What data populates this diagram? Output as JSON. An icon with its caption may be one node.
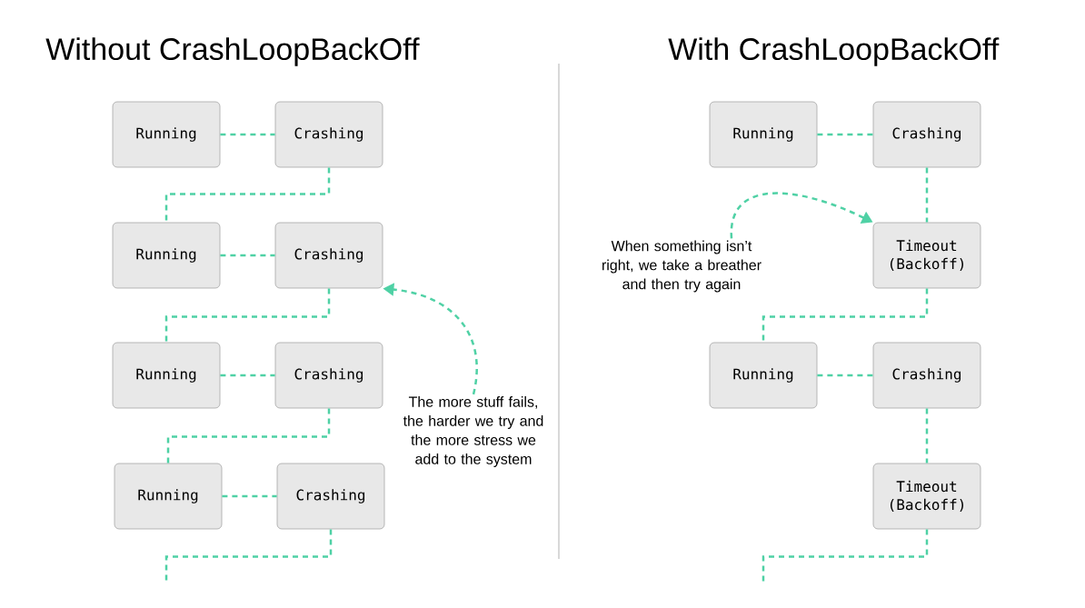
{
  "diagram": {
    "nodes": [
      {
        "text": [
          "Running"
        ]
      },
      {
        "text": [
          "Crashing"
        ]
      },
      {
        "text": [
          "Running"
        ]
      },
      {
        "text": [
          "Crashing"
        ]
      },
      {
        "text": [
          "Running"
        ]
      },
      {
        "text": [
          "Crashing"
        ]
      },
      {
        "text": [
          "Running"
        ]
      },
      {
        "text": [
          "Crashing"
        ]
      },
      {
        "text": [
          "The more stuff fails, the harder we try and the more stress we add to the system"
        ]
      },
      {
        "text": [
          "Running"
        ]
      },
      {
        "text": [
          "Crashing"
        ]
      },
      {
        "text": [
          "Timeout (Backoff)"
        ]
      },
      {
        "text": [
          "Running"
        ]
      },
      {
        "text": [
          "Crashing"
        ]
      },
      {
        "text": [
          "Timeout (Backoff)"
        ]
      },
      {
        "text": [
          "When something isn’t right, we take a breather and then try again"
        ]
      }
    ],
    "edges": [
      {
        "from": 0,
        "to": 1,
        "arrow": "none",
        "style": "dashed"
      },
      {
        "from": 1,
        "to": 2,
        "arrow": "none",
        "style": "dashed"
      },
      {
        "from": 2,
        "to": 3,
        "arrow": "none",
        "style": "dashed"
      },
      {
        "from": 3,
        "to": 4,
        "arrow": "none",
        "style": "dashed"
      },
      {
        "from": 4,
        "to": 5,
        "arrow": "none",
        "style": "dashed"
      },
      {
        "from": 5,
        "to": 6,
        "arrow": "none",
        "style": "dashed"
      },
      {
        "from": 6,
        "to": 7,
        "arrow": "none",
        "style": "dashed"
      },
      {
        "from": 7,
        "to": null,
        "arrow": "none",
        "style": "dashed"
      },
      {
        "from": 8,
        "to": 3,
        "arrow": "to",
        "style": "dashed"
      },
      {
        "from": 9,
        "to": 10,
        "arrow": "none",
        "style": "dashed"
      },
      {
        "from": 10,
        "to": 11,
        "arrow": "none",
        "style": "dashed"
      },
      {
        "from": 11,
        "to": 12,
        "arrow": "none",
        "style": "dashed"
      },
      {
        "from": 12,
        "to": 13,
        "arrow": "none",
        "style": "dashed"
      },
      {
        "from": 13,
        "to": 14,
        "arrow": "none",
        "style": "dashed"
      },
      {
        "from": 14,
        "to": null,
        "arrow": "none",
        "style": "dashed"
      },
      {
        "from": 15,
        "to": 11,
        "arrow": "to",
        "style": "dashed"
      }
    ],
    "labels": [
      "Without CrashLoopBackOff",
      "With CrashLoopBackOff"
    ]
  }
}
